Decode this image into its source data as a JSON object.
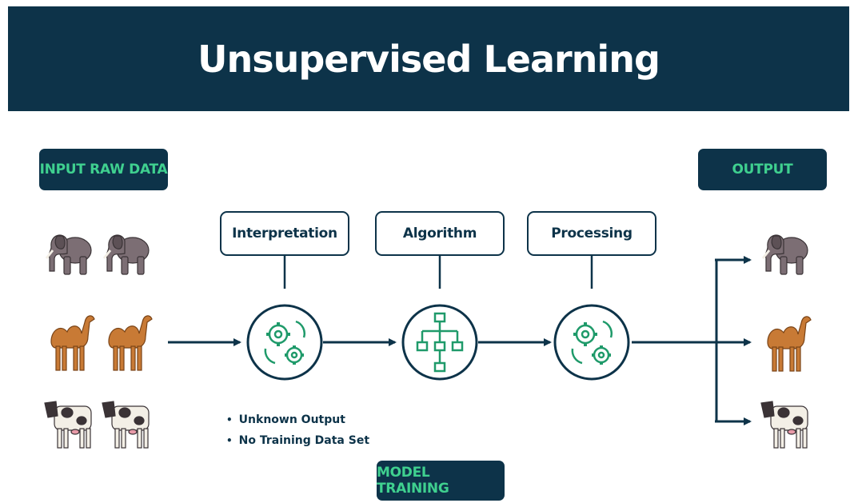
{
  "header": {
    "title": "Unsupervised Learning"
  },
  "labels": {
    "input": "INPUT RAW DATA",
    "output": "OUTPUT",
    "model_training": "MODEL TRAINING"
  },
  "stages": [
    {
      "label": "Interpretation",
      "icon": "gears-icon"
    },
    {
      "label": "Algorithm",
      "icon": "flowchart-icon"
    },
    {
      "label": "Processing",
      "icon": "gears-icon"
    }
  ],
  "notes": [
    "Unknown Output",
    "No Training Data Set"
  ],
  "animals": {
    "input": [
      "elephant",
      "elephant",
      "camel",
      "camel",
      "cow",
      "cow"
    ],
    "output": [
      "elephant",
      "camel",
      "cow"
    ]
  },
  "colors": {
    "navy": "#0d3349",
    "green": "#3fd08f",
    "icon_green": "#1f9a6a"
  }
}
